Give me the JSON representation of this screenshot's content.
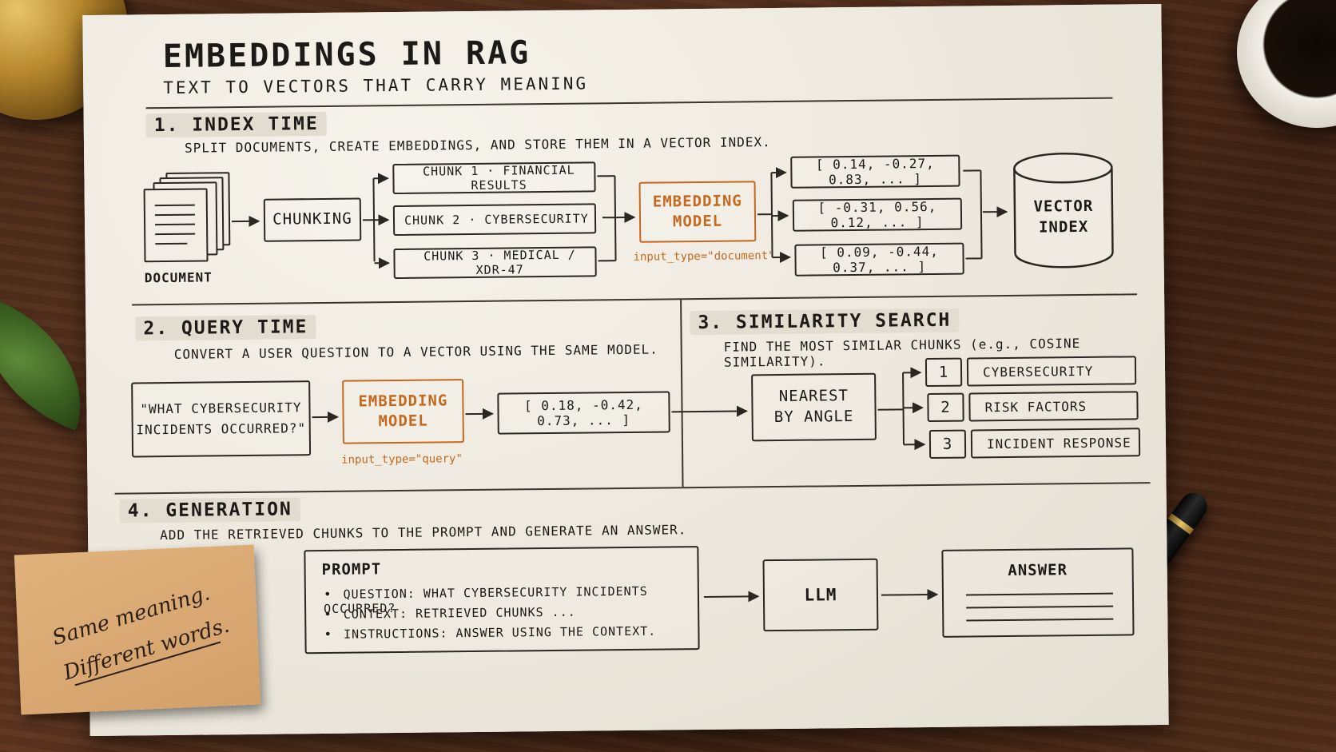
{
  "header": {
    "title": "EMBEDDINGS IN RAG",
    "subtitle": "TEXT TO VECTORS THAT CARRY MEANING"
  },
  "index_time": {
    "heading": "1. INDEX TIME",
    "description": "SPLIT DOCUMENTS, CREATE EMBEDDINGS, AND STORE THEM IN A VECTOR INDEX.",
    "document_label": "DOCUMENT",
    "chunking_label": "CHUNKING",
    "chunks": [
      "CHUNK 1 · FINANCIAL RESULTS",
      "CHUNK 2 · CYBERSECURITY",
      "CHUNK 3 · MEDICAL / XDR-47"
    ],
    "embedding_model": [
      "EMBEDDING",
      "MODEL"
    ],
    "input_type": "input_type=\"document\"",
    "vectors": [
      "[ 0.14, -0.27, 0.83, ... ]",
      "[ -0.31, 0.56, 0.12, ... ]",
      "[ 0.09, -0.44, 0.37, ... ]"
    ],
    "vector_index": [
      "VECTOR",
      "INDEX"
    ]
  },
  "query_time": {
    "heading": "2. QUERY TIME",
    "description": "CONVERT A USER QUESTION TO A VECTOR USING THE SAME MODEL.",
    "question": [
      "\"WHAT CYBERSECURITY",
      "INCIDENTS OCCURRED?\""
    ],
    "embedding_model": [
      "EMBEDDING",
      "MODEL"
    ],
    "input_type": "input_type=\"query\"",
    "vector": "[ 0.18, -0.42, 0.73, ... ]"
  },
  "similarity_search": {
    "heading": "3. SIMILARITY SEARCH",
    "description": "FIND THE MOST SIMILAR CHUNKS (e.g., COSINE SIMILARITY).",
    "nearest": [
      "NEAREST",
      "BY ANGLE"
    ],
    "results": [
      {
        "rank": "1",
        "label": "CYBERSECURITY"
      },
      {
        "rank": "2",
        "label": "RISK FACTORS"
      },
      {
        "rank": "3",
        "label": "INCIDENT RESPONSE"
      }
    ]
  },
  "generation": {
    "heading": "4. GENERATION",
    "description": "ADD THE RETRIEVED CHUNKS TO THE PROMPT AND GENERATE AN ANSWER.",
    "prompt_title": "PROMPT",
    "prompt_items": [
      "QUESTION: WHAT CYBERSECURITY INCIDENTS OCCURRED?",
      "CONTEXT: RETRIEVED CHUNKS ...",
      "INSTRUCTIONS: ANSWER USING THE CONTEXT."
    ],
    "llm_label": "LLM",
    "answer_label": "ANSWER"
  },
  "sticky_note": {
    "line1": "Same meaning.",
    "line2": "Different words."
  },
  "colors": {
    "accent": "#c4691f",
    "ink": "#2a2722",
    "paper": "#efebe2"
  },
  "icons": {
    "document": "document-stack-icon",
    "database": "cylinder-database-icon"
  }
}
